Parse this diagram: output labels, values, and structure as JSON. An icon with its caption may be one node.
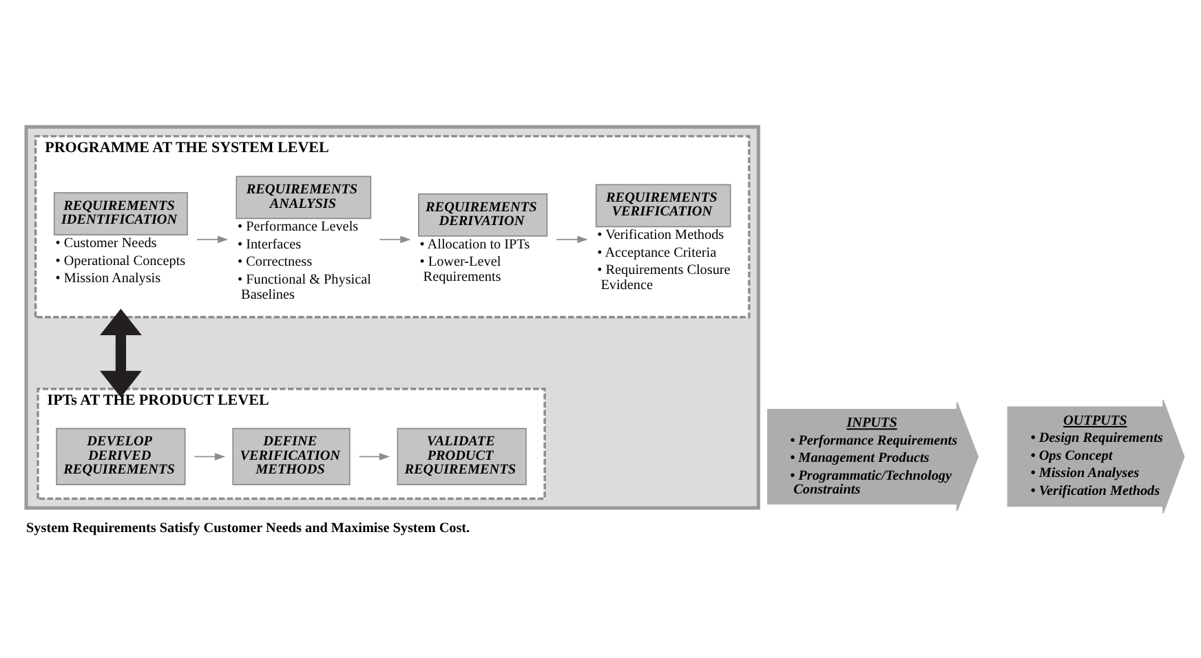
{
  "diagram": {
    "caption": "System Requirements Satisfy Customer Needs and Maximise System Cost.",
    "nodes": [
      {
        "text": [],
        "shape": "box"
      },
      {
        "text": [
          "PROGRAMME AT THE SYSTEM LEVEL"
        ],
        "in": 0
      },
      {
        "text": [
          "REQUIREMENTS IDENTIFICATION"
        ],
        "in": 1,
        "beside": [
          "• Customer Needs",
          "• Operational Concepts",
          "• Mission Analysis"
        ]
      },
      {
        "text": [
          "REQUIREMENTS ANALYSIS"
        ],
        "in": 1,
        "beside": [
          "• Performance Levels",
          "• Interfaces",
          "• Correctness",
          "• Functional & Physical Baselines"
        ]
      },
      {
        "text": [
          "REQUIREMENTS DERIVATION"
        ],
        "in": 1,
        "beside": [
          "• Allocation to IPTs",
          "• Lower-Level Requirements"
        ]
      },
      {
        "text": [
          "REQUIREMENTS VERIFICATION"
        ],
        "in": 1,
        "beside": [
          "• Verification Methods",
          "• Acceptance Criteria",
          "• Requirements Closure Evidence"
        ]
      },
      {
        "text": [
          "IPTs AT THE PRODUCT LEVEL"
        ],
        "in": 0
      },
      {
        "text": [
          "DEVELOP DERIVED REQUIREMENTS"
        ],
        "in": 6
      },
      {
        "text": [
          "DEFINE VERIFICATION METHODS"
        ],
        "in": 6
      },
      {
        "text": [
          "VALIDATE PRODUCT REQUIREMENTS"
        ],
        "in": 6
      },
      {
        "text": [
          "INPUTS",
          "• Performance Requirements",
          "• Management Products",
          "• Programmatic/Technology Constraints"
        ]
      },
      {
        "text": [
          "OUTPUTS",
          "• Design Requirements",
          "• Ops Concept",
          "• Mission Analyses",
          "• Verification Methods"
        ]
      }
    ],
    "edges": [
      {
        "from": 2,
        "to": 3,
        "arrow": "to"
      },
      {
        "from": 3,
        "to": 4,
        "arrow": "to"
      },
      {
        "from": 4,
        "to": 5,
        "arrow": "to"
      },
      {
        "from": 1,
        "to": 6,
        "arrow": "both",
        "style": "thick",
        "color": "#231f20"
      },
      {
        "from": 7,
        "to": 8,
        "arrow": "to"
      },
      {
        "from": 8,
        "to": 9,
        "arrow": "to"
      }
    ]
  }
}
